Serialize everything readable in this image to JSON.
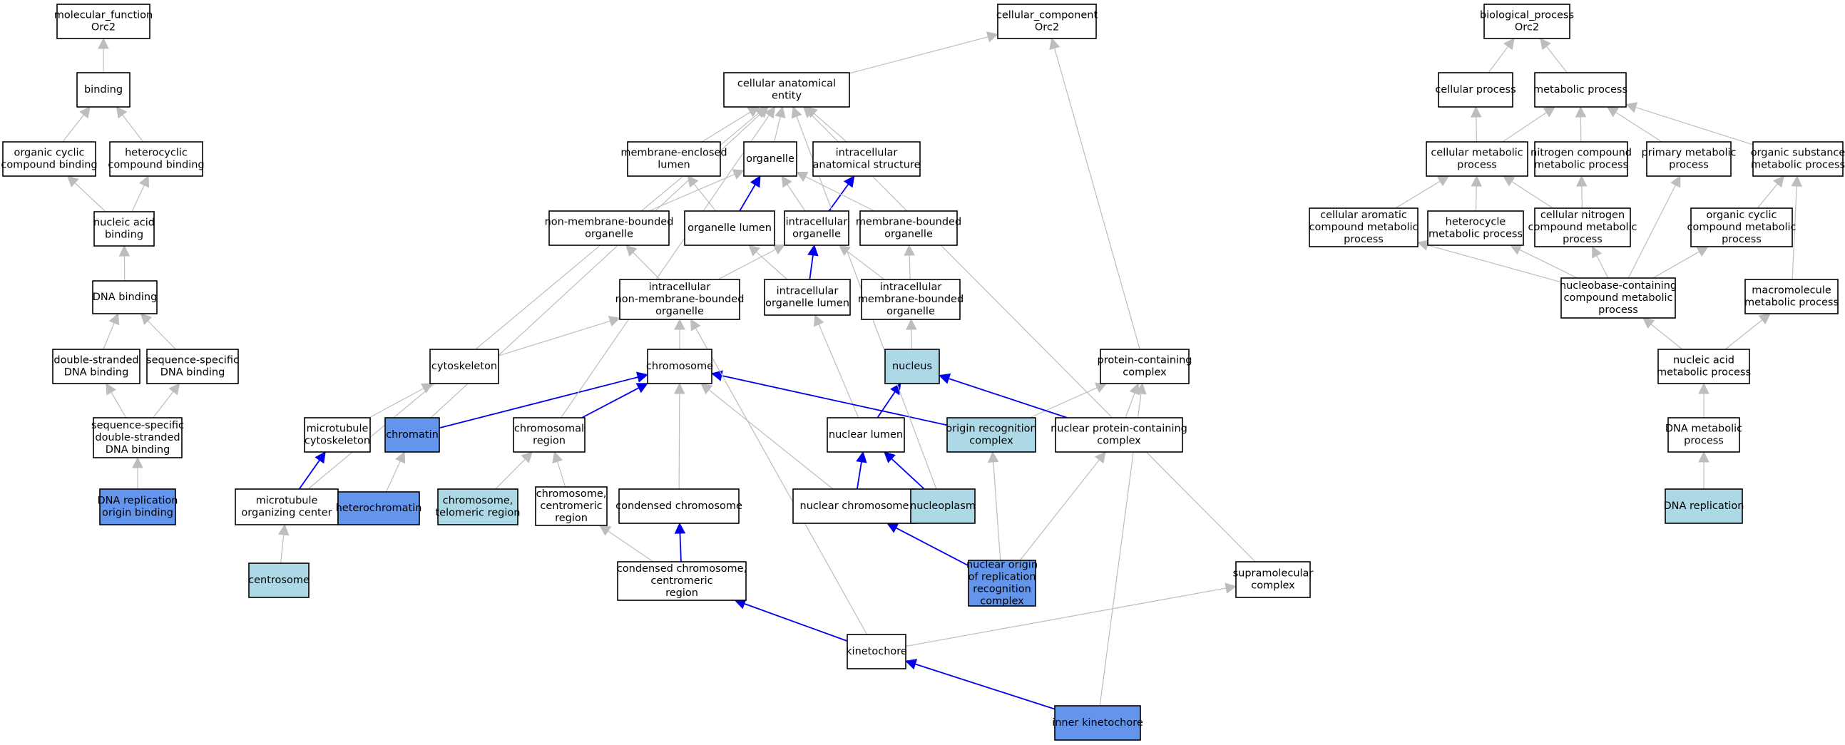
{
  "legend": [],
  "nodes": [
    {
      "id": "mf",
      "lines": [
        "molecular_function",
        "Orc2"
      ],
      "fill": "#ffffff"
    },
    {
      "id": "binding",
      "lines": [
        "binding"
      ],
      "fill": "#ffffff"
    },
    {
      "id": "ocb",
      "lines": [
        "organic cyclic",
        "compound binding"
      ],
      "fill": "#ffffff"
    },
    {
      "id": "hcb",
      "lines": [
        "heterocyclic",
        "compound binding"
      ],
      "fill": "#ffffff"
    },
    {
      "id": "nab",
      "lines": [
        "nucleic acid",
        "binding"
      ],
      "fill": "#ffffff"
    },
    {
      "id": "dnab",
      "lines": [
        "DNA binding"
      ],
      "fill": "#ffffff"
    },
    {
      "id": "dsdna",
      "lines": [
        "double-stranded",
        "DNA binding"
      ],
      "fill": "#ffffff"
    },
    {
      "id": "ssdna",
      "lines": [
        "sequence-specific",
        "DNA binding"
      ],
      "fill": "#ffffff"
    },
    {
      "id": "ssdsdna",
      "lines": [
        "sequence-specific",
        "double-stranded",
        "DNA binding"
      ],
      "fill": "#ffffff"
    },
    {
      "id": "dnarob",
      "lines": [
        "DNA replication",
        "origin binding"
      ],
      "fill": "#6495ed"
    },
    {
      "id": "cc",
      "lines": [
        "cellular_component",
        "Orc2"
      ],
      "fill": "#ffffff"
    },
    {
      "id": "cae",
      "lines": [
        "cellular anatomical",
        "entity"
      ],
      "fill": "#ffffff"
    },
    {
      "id": "mel",
      "lines": [
        "membrane-enclosed",
        "lumen"
      ],
      "fill": "#ffffff"
    },
    {
      "id": "org",
      "lines": [
        "organelle"
      ],
      "fill": "#ffffff"
    },
    {
      "id": "ias",
      "lines": [
        "intracellular",
        "anatomical structure"
      ],
      "fill": "#ffffff"
    },
    {
      "id": "nmbo",
      "lines": [
        "non-membrane-bounded",
        "organelle"
      ],
      "fill": "#ffffff"
    },
    {
      "id": "orglum",
      "lines": [
        "organelle lumen"
      ],
      "fill": "#ffffff"
    },
    {
      "id": "io",
      "lines": [
        "intracellular",
        "organelle"
      ],
      "fill": "#ffffff"
    },
    {
      "id": "mbo",
      "lines": [
        "membrane-bounded",
        "organelle"
      ],
      "fill": "#ffffff"
    },
    {
      "id": "inmbo",
      "lines": [
        "intracellular",
        "non-membrane-bounded",
        "organelle"
      ],
      "fill": "#ffffff"
    },
    {
      "id": "iol",
      "lines": [
        "intracellular",
        "organelle lumen"
      ],
      "fill": "#ffffff"
    },
    {
      "id": "imbo",
      "lines": [
        "intracellular",
        "membrane-bounded",
        "organelle"
      ],
      "fill": "#ffffff"
    },
    {
      "id": "cytosk",
      "lines": [
        "cytoskeleton"
      ],
      "fill": "#ffffff"
    },
    {
      "id": "chrom",
      "lines": [
        "chromosome"
      ],
      "fill": "#ffffff"
    },
    {
      "id": "nucleus",
      "lines": [
        "nucleus"
      ],
      "fill": "#add8e6"
    },
    {
      "id": "pcc",
      "lines": [
        "protein-containing",
        "complex"
      ],
      "fill": "#ffffff"
    },
    {
      "id": "mtcsk",
      "lines": [
        "microtubule",
        "cytoskeleton"
      ],
      "fill": "#ffffff"
    },
    {
      "id": "chromatin",
      "lines": [
        "chromatin"
      ],
      "fill": "#6495ed"
    },
    {
      "id": "chromreg",
      "lines": [
        "chromosomal",
        "region"
      ],
      "fill": "#ffffff"
    },
    {
      "id": "nuclum",
      "lines": [
        "nuclear lumen"
      ],
      "fill": "#ffffff"
    },
    {
      "id": "orc",
      "lines": [
        "origin recognition",
        "complex"
      ],
      "fill": "#add8e6"
    },
    {
      "id": "npcc",
      "lines": [
        "nuclear protein-containing",
        "complex"
      ],
      "fill": "#ffffff"
    },
    {
      "id": "mtoc",
      "lines": [
        "microtubule",
        "organizing center"
      ],
      "fill": "#ffffff"
    },
    {
      "id": "hetchrom",
      "lines": [
        "heterochromatin"
      ],
      "fill": "#6495ed"
    },
    {
      "id": "ctr",
      "lines": [
        "chromosome,",
        "telomeric region"
      ],
      "fill": "#add8e6"
    },
    {
      "id": "ccr",
      "lines": [
        "chromosome,",
        "centromeric",
        "region"
      ],
      "fill": "#ffffff"
    },
    {
      "id": "condchrom",
      "lines": [
        "condensed chromosome"
      ],
      "fill": "#ffffff"
    },
    {
      "id": "nucchrom",
      "lines": [
        "nuclear chromosome"
      ],
      "fill": "#ffffff"
    },
    {
      "id": "nucleoplasm",
      "lines": [
        "nucleoplasm"
      ],
      "fill": "#add8e6"
    },
    {
      "id": "centrosome",
      "lines": [
        "centrosome"
      ],
      "fill": "#add8e6"
    },
    {
      "id": "cccr",
      "lines": [
        "condensed chromosome,",
        "centromeric",
        "region"
      ],
      "fill": "#ffffff"
    },
    {
      "id": "norc",
      "lines": [
        "nuclear origin",
        "of replication",
        "recognition",
        "complex"
      ],
      "fill": "#6495ed"
    },
    {
      "id": "supra",
      "lines": [
        "supramolecular",
        "complex"
      ],
      "fill": "#ffffff"
    },
    {
      "id": "kine",
      "lines": [
        "kinetochore"
      ],
      "fill": "#ffffff"
    },
    {
      "id": "innerkine",
      "lines": [
        "inner kinetochore"
      ],
      "fill": "#6495ed"
    },
    {
      "id": "bp",
      "lines": [
        "biological_process",
        "Orc2"
      ],
      "fill": "#ffffff"
    },
    {
      "id": "cellproc",
      "lines": [
        "cellular process"
      ],
      "fill": "#ffffff"
    },
    {
      "id": "metproc",
      "lines": [
        "metabolic process"
      ],
      "fill": "#ffffff"
    },
    {
      "id": "cmp",
      "lines": [
        "cellular metabolic",
        "process"
      ],
      "fill": "#ffffff"
    },
    {
      "id": "ncmp",
      "lines": [
        "nitrogen compound",
        "metabolic process"
      ],
      "fill": "#ffffff"
    },
    {
      "id": "pmp",
      "lines": [
        "primary metabolic",
        "process"
      ],
      "fill": "#ffffff"
    },
    {
      "id": "osmp",
      "lines": [
        "organic substance",
        "metabolic process"
      ],
      "fill": "#ffffff"
    },
    {
      "id": "cacmp",
      "lines": [
        "cellular aromatic",
        "compound metabolic",
        "process"
      ],
      "fill": "#ffffff"
    },
    {
      "id": "hmp",
      "lines": [
        "heterocycle",
        "metabolic process"
      ],
      "fill": "#ffffff"
    },
    {
      "id": "cncmp",
      "lines": [
        "cellular nitrogen",
        "compound metabolic",
        "process"
      ],
      "fill": "#ffffff"
    },
    {
      "id": "occmp",
      "lines": [
        "organic cyclic",
        "compound metabolic",
        "process"
      ],
      "fill": "#ffffff"
    },
    {
      "id": "nbccmp",
      "lines": [
        "nucleobase-containing",
        "compound metabolic",
        "process"
      ],
      "fill": "#ffffff"
    },
    {
      "id": "macromp",
      "lines": [
        "macromolecule",
        "metabolic process"
      ],
      "fill": "#ffffff"
    },
    {
      "id": "namp",
      "lines": [
        "nucleic acid",
        "metabolic process"
      ],
      "fill": "#ffffff"
    },
    {
      "id": "dnamp",
      "lines": [
        "DNA metabolic",
        "process"
      ],
      "fill": "#ffffff"
    },
    {
      "id": "dnarep",
      "lines": [
        "DNA replication"
      ],
      "fill": "#add8e6"
    }
  ],
  "edges": [
    {
      "from": "binding",
      "to": "mf",
      "color": "#bdbdbd"
    },
    {
      "from": "ocb",
      "to": "binding",
      "color": "#bdbdbd"
    },
    {
      "from": "hcb",
      "to": "binding",
      "color": "#bdbdbd"
    },
    {
      "from": "nab",
      "to": "ocb",
      "color": "#bdbdbd"
    },
    {
      "from": "nab",
      "to": "hcb",
      "color": "#bdbdbd"
    },
    {
      "from": "dnab",
      "to": "nab",
      "color": "#bdbdbd"
    },
    {
      "from": "dsdna",
      "to": "dnab",
      "color": "#bdbdbd"
    },
    {
      "from": "ssdna",
      "to": "dnab",
      "color": "#bdbdbd"
    },
    {
      "from": "ssdsdna",
      "to": "dsdna",
      "color": "#bdbdbd"
    },
    {
      "from": "ssdsdna",
      "to": "ssdna",
      "color": "#bdbdbd"
    },
    {
      "from": "dnarob",
      "to": "ssdsdna",
      "color": "#bdbdbd"
    },
    {
      "from": "cae",
      "to": "cc",
      "color": "#bdbdbd"
    },
    {
      "from": "mel",
      "to": "cae",
      "color": "#bdbdbd"
    },
    {
      "from": "org",
      "to": "cae",
      "color": "#bdbdbd"
    },
    {
      "from": "ias",
      "to": "cae",
      "color": "#bdbdbd"
    },
    {
      "from": "nmbo",
      "to": "org",
      "color": "#bdbdbd"
    },
    {
      "from": "orglum",
      "to": "org",
      "color": "#0000ee"
    },
    {
      "from": "orglum",
      "to": "mel",
      "color": "#bdbdbd"
    },
    {
      "from": "io",
      "to": "org",
      "color": "#bdbdbd"
    },
    {
      "from": "io",
      "to": "ias",
      "color": "#0000ee"
    },
    {
      "from": "mbo",
      "to": "org",
      "color": "#bdbdbd"
    },
    {
      "from": "inmbo",
      "to": "nmbo",
      "color": "#bdbdbd"
    },
    {
      "from": "inmbo",
      "to": "io",
      "color": "#bdbdbd"
    },
    {
      "from": "iol",
      "to": "io",
      "color": "#0000ee"
    },
    {
      "from": "iol",
      "to": "orglum",
      "color": "#bdbdbd"
    },
    {
      "from": "imbo",
      "to": "io",
      "color": "#bdbdbd"
    },
    {
      "from": "imbo",
      "to": "mbo",
      "color": "#bdbdbd"
    },
    {
      "from": "cytosk",
      "to": "inmbo",
      "color": "#bdbdbd"
    },
    {
      "from": "chrom",
      "to": "inmbo",
      "color": "#bdbdbd"
    },
    {
      "from": "nucleus",
      "to": "imbo",
      "color": "#bdbdbd"
    },
    {
      "from": "pcc",
      "to": "cc",
      "color": "#bdbdbd"
    },
    {
      "from": "mtcsk",
      "to": "cytosk",
      "color": "#bdbdbd"
    },
    {
      "from": "chromatin",
      "to": "chrom",
      "color": "#0000ee"
    },
    {
      "from": "chromatin",
      "to": "cae",
      "color": "#bdbdbd"
    },
    {
      "from": "chromreg",
      "to": "chrom",
      "color": "#0000ee"
    },
    {
      "from": "chromreg",
      "to": "cae",
      "color": "#bdbdbd"
    },
    {
      "from": "nuclum",
      "to": "nucleus",
      "color": "#0000ee"
    },
    {
      "from": "nuclum",
      "to": "iol",
      "color": "#bdbdbd"
    },
    {
      "from": "orc",
      "to": "chrom",
      "color": "#0000ee"
    },
    {
      "from": "orc",
      "to": "pcc",
      "color": "#bdbdbd"
    },
    {
      "from": "npcc",
      "to": "nucleus",
      "color": "#0000ee"
    },
    {
      "from": "npcc",
      "to": "pcc",
      "color": "#bdbdbd"
    },
    {
      "from": "mtoc",
      "to": "mtcsk",
      "color": "#0000ee"
    },
    {
      "from": "mtoc",
      "to": "cae",
      "color": "#bdbdbd"
    },
    {
      "from": "hetchrom",
      "to": "chromatin",
      "color": "#bdbdbd"
    },
    {
      "from": "ctr",
      "to": "chromreg",
      "color": "#bdbdbd"
    },
    {
      "from": "ccr",
      "to": "chromreg",
      "color": "#bdbdbd"
    },
    {
      "from": "condchrom",
      "to": "chrom",
      "color": "#bdbdbd"
    },
    {
      "from": "nucchrom",
      "to": "nuclum",
      "color": "#0000ee"
    },
    {
      "from": "nucchrom",
      "to": "chrom",
      "color": "#bdbdbd"
    },
    {
      "from": "nucleoplasm",
      "to": "nuclum",
      "color": "#0000ee"
    },
    {
      "from": "nucleoplasm",
      "to": "cae",
      "color": "#bdbdbd"
    },
    {
      "from": "centrosome",
      "to": "mtoc",
      "color": "#bdbdbd"
    },
    {
      "from": "cccr",
      "to": "condchrom",
      "color": "#0000ee"
    },
    {
      "from": "cccr",
      "to": "ccr",
      "color": "#bdbdbd"
    },
    {
      "from": "norc",
      "to": "nucchrom",
      "color": "#0000ee"
    },
    {
      "from": "norc",
      "to": "orc",
      "color": "#bdbdbd"
    },
    {
      "from": "norc",
      "to": "npcc",
      "color": "#bdbdbd"
    },
    {
      "from": "supra",
      "to": "cae",
      "color": "#bdbdbd"
    },
    {
      "from": "kine",
      "to": "cccr",
      "color": "#0000ee"
    },
    {
      "from": "kine",
      "to": "inmbo",
      "color": "#bdbdbd"
    },
    {
      "from": "kine",
      "to": "supra",
      "color": "#bdbdbd"
    },
    {
      "from": "innerkine",
      "to": "kine",
      "color": "#0000ee"
    },
    {
      "from": "innerkine",
      "to": "pcc",
      "color": "#bdbdbd"
    },
    {
      "from": "cellproc",
      "to": "bp",
      "color": "#bdbdbd"
    },
    {
      "from": "metproc",
      "to": "bp",
      "color": "#bdbdbd"
    },
    {
      "from": "cmp",
      "to": "cellproc",
      "color": "#bdbdbd"
    },
    {
      "from": "cmp",
      "to": "metproc",
      "color": "#bdbdbd"
    },
    {
      "from": "ncmp",
      "to": "metproc",
      "color": "#bdbdbd"
    },
    {
      "from": "pmp",
      "to": "metproc",
      "color": "#bdbdbd"
    },
    {
      "from": "osmp",
      "to": "metproc",
      "color": "#bdbdbd"
    },
    {
      "from": "cacmp",
      "to": "cmp",
      "color": "#bdbdbd"
    },
    {
      "from": "hmp",
      "to": "cmp",
      "color": "#bdbdbd"
    },
    {
      "from": "cncmp",
      "to": "cmp",
      "color": "#bdbdbd"
    },
    {
      "from": "cncmp",
      "to": "ncmp",
      "color": "#bdbdbd"
    },
    {
      "from": "occmp",
      "to": "osmp",
      "color": "#bdbdbd"
    },
    {
      "from": "nbccmp",
      "to": "cacmp",
      "color": "#bdbdbd"
    },
    {
      "from": "nbccmp",
      "to": "hmp",
      "color": "#bdbdbd"
    },
    {
      "from": "nbccmp",
      "to": "cncmp",
      "color": "#bdbdbd"
    },
    {
      "from": "nbccmp",
      "to": "pmp",
      "color": "#bdbdbd"
    },
    {
      "from": "nbccmp",
      "to": "occmp",
      "color": "#bdbdbd"
    },
    {
      "from": "macromp",
      "to": "osmp",
      "color": "#bdbdbd"
    },
    {
      "from": "namp",
      "to": "nbccmp",
      "color": "#bdbdbd"
    },
    {
      "from": "namp",
      "to": "macromp",
      "color": "#bdbdbd"
    },
    {
      "from": "dnamp",
      "to": "namp",
      "color": "#bdbdbd"
    },
    {
      "from": "dnarep",
      "to": "dnamp",
      "color": "#bdbdbd"
    }
  ]
}
